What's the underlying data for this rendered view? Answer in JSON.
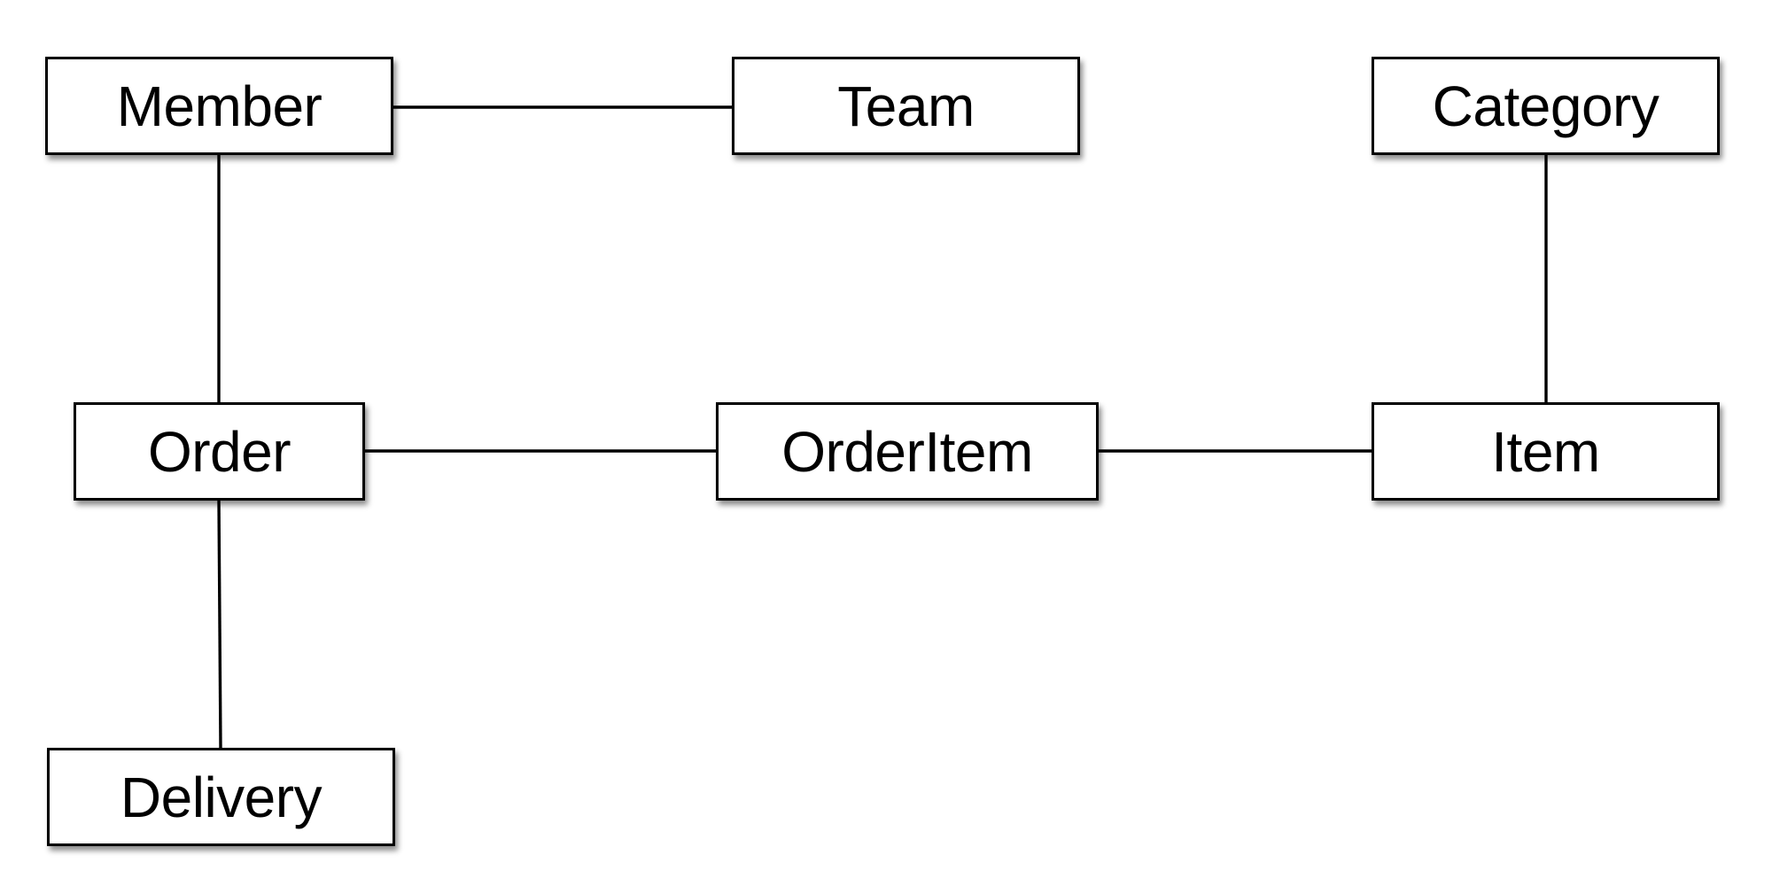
{
  "entities": {
    "member": "Member",
    "team": "Team",
    "category": "Category",
    "order": "Order",
    "orderitem": "OrderItem",
    "item": "Item",
    "delivery": "Delivery"
  },
  "relationships": [
    {
      "from": "Member",
      "to": "Team"
    },
    {
      "from": "Member",
      "to": "Order"
    },
    {
      "from": "Order",
      "to": "OrderItem"
    },
    {
      "from": "OrderItem",
      "to": "Item"
    },
    {
      "from": "Category",
      "to": "Item"
    },
    {
      "from": "Order",
      "to": "Delivery"
    }
  ],
  "colors": {
    "line": "#000000",
    "box_border": "#000000",
    "box_fill": "#ffffff",
    "background": "#ffffff"
  }
}
